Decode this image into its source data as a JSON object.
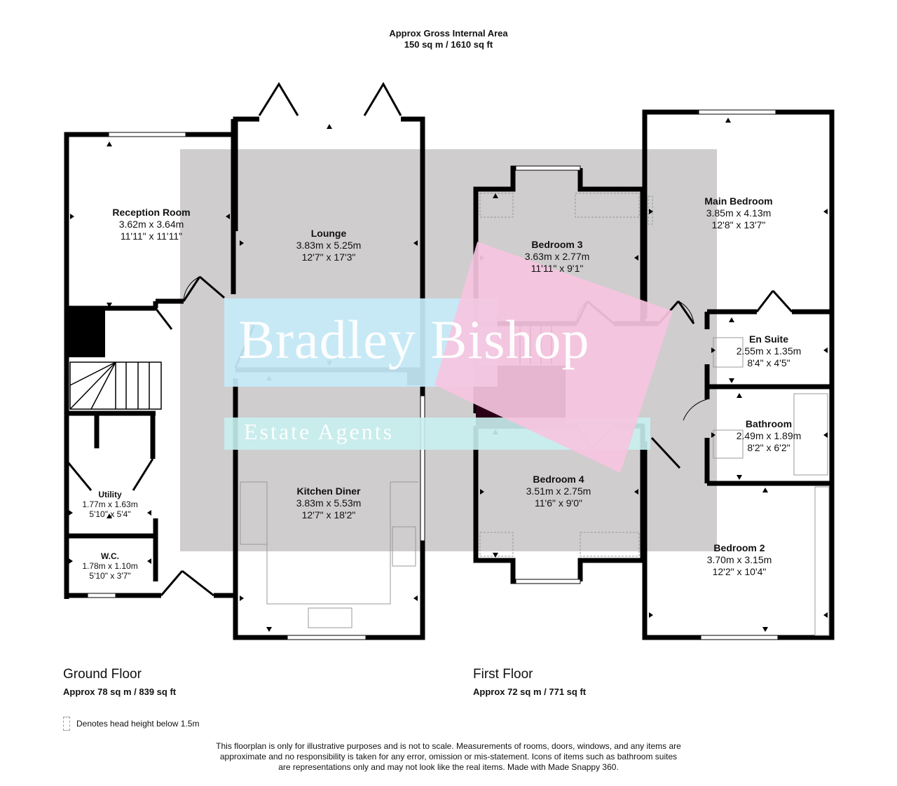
{
  "header": {
    "title": "Approx Gross Internal Area",
    "area": "150 sq m / 1610 sq ft"
  },
  "watermark": {
    "brand": "Bradley Bishop",
    "subtitle": "Estate Agents",
    "colors": {
      "grey": "#cfcdce",
      "cyan": "#c6ecf8",
      "pink": "#f6c4e0"
    }
  },
  "ground_floor": {
    "title": "Ground Floor",
    "area": "Approx 78 sq m / 839 sq ft",
    "rooms": [
      {
        "name": "Reception Room",
        "metric": "3.62m x 3.64m",
        "imperial": "11'11\" x 11'11\""
      },
      {
        "name": "Lounge",
        "metric": "3.83m x 5.25m",
        "imperial": "12'7\" x 17'3\""
      },
      {
        "name": "Kitchen Diner",
        "metric": "3.83m x 5.53m",
        "imperial": "12'7\" x 18'2\""
      },
      {
        "name": "Utility",
        "metric": "1.77m x 1.63m",
        "imperial": "5'10\" x 5'4\""
      },
      {
        "name": "W.C.",
        "metric": "1.78m x 1.10m",
        "imperial": "5'10\" x 3'7\""
      }
    ]
  },
  "first_floor": {
    "title": "First Floor",
    "area": "Approx 72 sq m / 771 sq ft",
    "rooms": [
      {
        "name": "Bedroom 3",
        "metric": "3.63m x 2.77m",
        "imperial": "11'11\" x 9'1\""
      },
      {
        "name": "Bedroom 4",
        "metric": "3.51m x 2.75m",
        "imperial": "11'6\" x 9'0\""
      },
      {
        "name": "Main Bedroom",
        "metric": "3.85m x 4.13m",
        "imperial": "12'8\" x 13'7\""
      },
      {
        "name": "En Suite",
        "metric": "2.55m x 1.35m",
        "imperial": "8'4\" x 4'5\""
      },
      {
        "name": "Bathroom",
        "metric": "2.49m x 1.89m",
        "imperial": "8'2\" x 6'2\""
      },
      {
        "name": "Bedroom 2",
        "metric": "3.70m x 3.15m",
        "imperial": "12'2\" x 10'4\""
      }
    ]
  },
  "legend": {
    "text": "Denotes head height below 1.5m"
  },
  "disclaimer": {
    "lines": [
      "This floorplan is only for illustrative purposes and is not to scale. Measurements of rooms, doors, windows, and any items are",
      "approximate and no responsibility is taken for any error, omission or mis-statement. Icons of items such as bathroom suites",
      "are representations only and may not look like the real items. Made with Made Snappy 360."
    ]
  }
}
